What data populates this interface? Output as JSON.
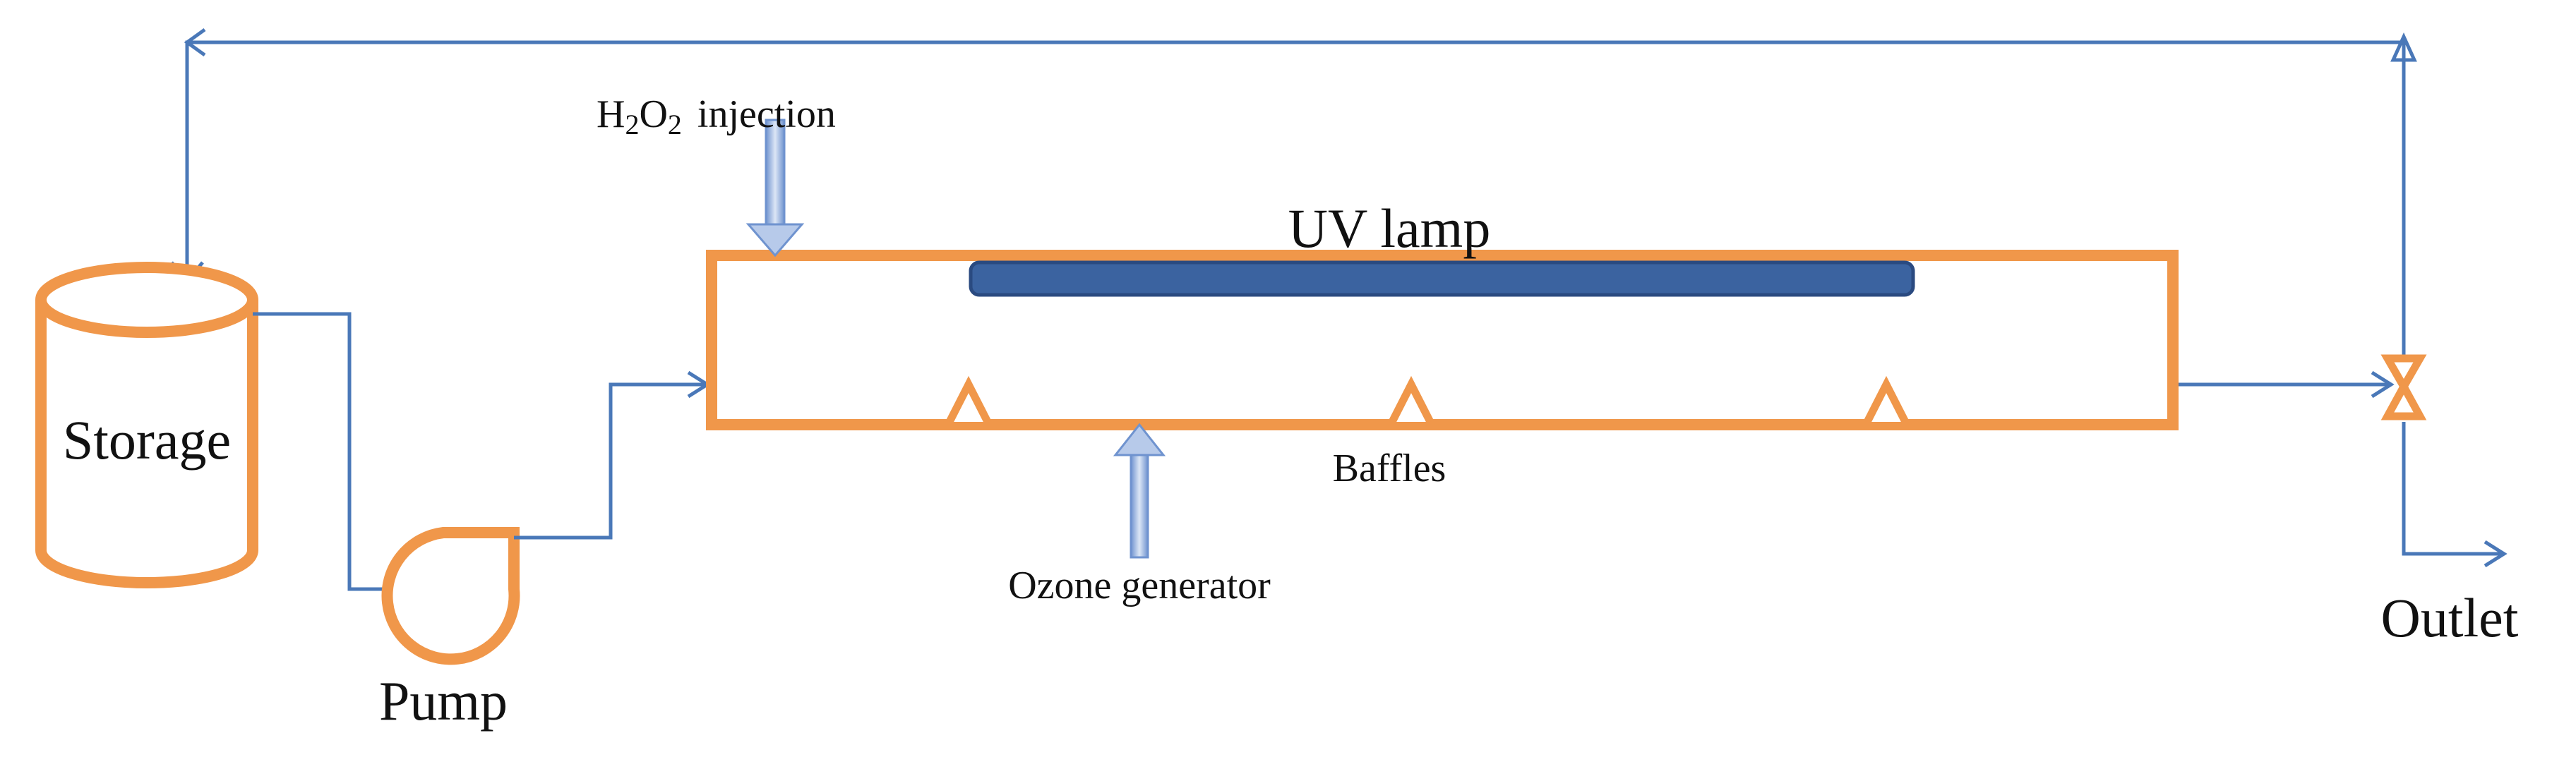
{
  "labels": {
    "storage": "Storage",
    "pump": "Pump",
    "h2o2_prefix": "H",
    "h2o2_sub1": "2",
    "h2o2_mid": "O",
    "h2o2_sub2": "2",
    "h2o2_suffix": "injection",
    "uv_lamp": "UV lamp",
    "baffles": "Baffles",
    "ozone_generator": "Ozone generator",
    "outlet": "Outlet"
  },
  "colors": {
    "vessel": "#F0974A",
    "flow_line": "#4A78B8",
    "lamp_fill": "#3B63A0",
    "lamp_stroke": "#2A4A80",
    "injection_arrow": "#8FAEDC",
    "text": "#111111"
  }
}
